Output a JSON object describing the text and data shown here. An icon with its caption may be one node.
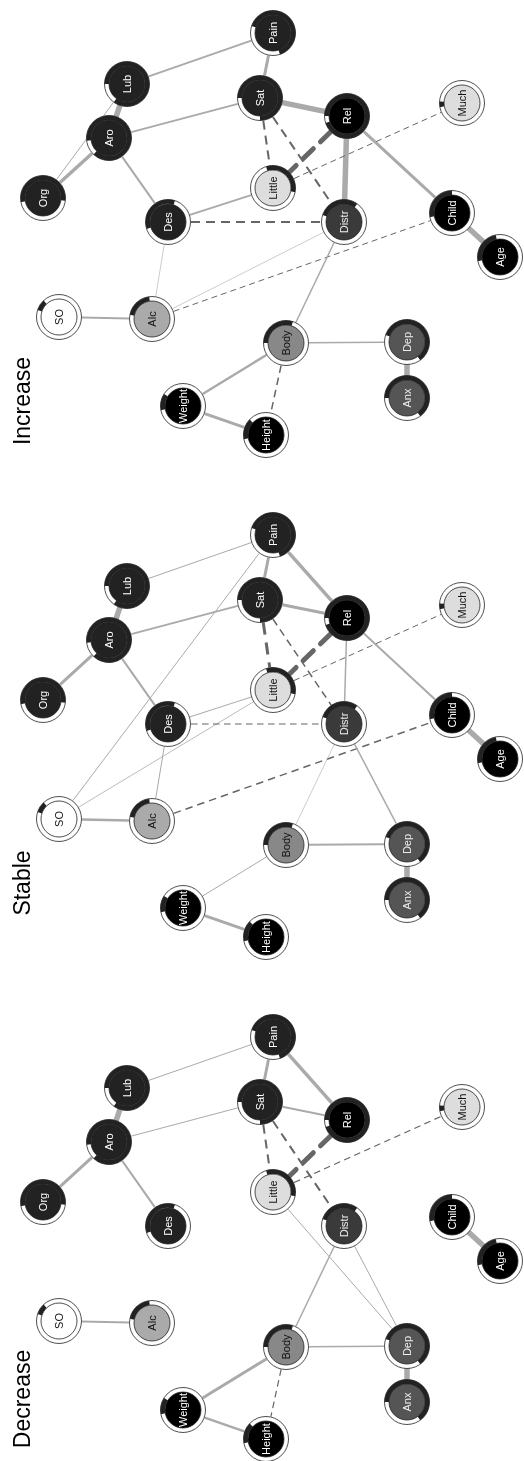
{
  "diagram": {
    "nodes": [
      {
        "text": [
          "Pain"
        ]
      },
      {
        "text": [
          "Lub"
        ]
      },
      {
        "text": [
          "Sat"
        ]
      },
      {
        "text": [
          "Rel"
        ]
      },
      {
        "text": [
          "Much"
        ]
      },
      {
        "text": [
          "Aro"
        ]
      },
      {
        "text": [
          "Little"
        ]
      },
      {
        "text": [
          "Org"
        ]
      },
      {
        "text": [
          "Des"
        ]
      },
      {
        "text": [
          "Distr"
        ]
      },
      {
        "text": [
          "Child"
        ]
      },
      {
        "text": [
          "Age"
        ]
      },
      {
        "text": [
          "SO"
        ]
      },
      {
        "text": [
          "Alc"
        ]
      },
      {
        "text": [
          "Body"
        ]
      },
      {
        "text": [
          "Dep"
        ]
      },
      {
        "text": [
          "Weight"
        ]
      },
      {
        "text": [
          "Anx"
        ]
      },
      {
        "text": [
          "Height"
        ]
      },
      {
        "text": [
          "Pain"
        ]
      },
      {
        "text": [
          "Lub"
        ]
      },
      {
        "text": [
          "Sat"
        ]
      },
      {
        "text": [
          "Rel"
        ]
      },
      {
        "text": [
          "Much"
        ]
      },
      {
        "text": [
          "Aro"
        ]
      },
      {
        "text": [
          "Little"
        ]
      },
      {
        "text": [
          "Org"
        ]
      },
      {
        "text": [
          "Des"
        ]
      },
      {
        "text": [
          "Distr"
        ]
      },
      {
        "text": [
          "Child"
        ]
      },
      {
        "text": [
          "Age"
        ]
      },
      {
        "text": [
          "SO"
        ]
      },
      {
        "text": [
          "Alc"
        ]
      },
      {
        "text": [
          "Body"
        ]
      },
      {
        "text": [
          "Dep"
        ]
      },
      {
        "text": [
          "Weight"
        ]
      },
      {
        "text": [
          "Anx"
        ]
      },
      {
        "text": [
          "Height"
        ]
      },
      {
        "text": [
          "Pain"
        ]
      },
      {
        "text": [
          "Lub"
        ]
      },
      {
        "text": [
          "Sat"
        ]
      },
      {
        "text": [
          "Rel"
        ]
      },
      {
        "text": [
          "Much"
        ]
      },
      {
        "text": [
          "Aro"
        ]
      },
      {
        "text": [
          "Little"
        ]
      },
      {
        "text": [
          "Org"
        ]
      },
      {
        "text": [
          "Des"
        ]
      },
      {
        "text": [
          "Distr"
        ]
      },
      {
        "text": [
          "Child"
        ]
      },
      {
        "text": [
          "Age"
        ]
      },
      {
        "text": [
          "SO"
        ]
      },
      {
        "text": [
          "Alc"
        ]
      },
      {
        "text": [
          "Body"
        ]
      },
      {
        "text": [
          "Dep"
        ]
      },
      {
        "text": [
          "Weight"
        ]
      },
      {
        "text": [
          "Anx"
        ]
      },
      {
        "text": [
          "Height"
        ]
      }
    ],
    "edges": [
      {
        "from": 0,
        "to": 1,
        "arrow": "none"
      },
      {
        "from": 0,
        "to": 2,
        "arrow": "none"
      },
      {
        "from": 0,
        "to": 3,
        "arrow": "none"
      },
      {
        "from": 2,
        "to": 5,
        "arrow": "none"
      },
      {
        "from": 2,
        "to": 3,
        "arrow": "none"
      },
      {
        "from": 2,
        "to": 6,
        "arrow": "none",
        "style": "dashed",
        "color": "#666666"
      },
      {
        "from": 2,
        "to": 9,
        "arrow": "none",
        "style": "dashed",
        "color": "#666666"
      },
      {
        "from": 3,
        "to": 6,
        "arrow": "none",
        "style": "dashed",
        "color": "#666666"
      },
      {
        "from": 1,
        "to": 5,
        "arrow": "none",
        "style": "thick"
      },
      {
        "from": 5,
        "to": 7,
        "arrow": "none"
      },
      {
        "from": 5,
        "to": 8,
        "arrow": "none"
      },
      {
        "from": 6,
        "to": 4,
        "arrow": "none",
        "style": "dashed",
        "color": "#666666"
      },
      {
        "from": 6,
        "to": 15,
        "arrow": "none"
      },
      {
        "from": 9,
        "to": 14,
        "arrow": "none"
      },
      {
        "from": 9,
        "to": 15,
        "arrow": "none"
      },
      {
        "from": 14,
        "to": 15,
        "arrow": "none"
      },
      {
        "from": 14,
        "to": 16,
        "arrow": "none"
      },
      {
        "from": 14,
        "to": 18,
        "arrow": "none",
        "style": "dashed",
        "color": "#666666"
      },
      {
        "from": 16,
        "to": 18,
        "arrow": "none"
      },
      {
        "from": 15,
        "to": 17,
        "arrow": "none",
        "style": "thick"
      },
      {
        "from": 12,
        "to": 13,
        "arrow": "none"
      },
      {
        "from": 10,
        "to": 11,
        "arrow": "none",
        "style": "thick"
      },
      {
        "from": 19,
        "to": 20,
        "arrow": "none"
      },
      {
        "from": 19,
        "to": 31,
        "arrow": "none"
      },
      {
        "from": 19,
        "to": 21,
        "arrow": "none"
      },
      {
        "from": 19,
        "to": 22,
        "arrow": "none"
      },
      {
        "from": 21,
        "to": 24,
        "arrow": "none"
      },
      {
        "from": 21,
        "to": 22,
        "arrow": "none"
      },
      {
        "from": 21,
        "to": 25,
        "arrow": "none",
        "style": "dashed",
        "color": "#666666"
      },
      {
        "from": 21,
        "to": 28,
        "arrow": "none",
        "style": "dashed",
        "color": "#666666"
      },
      {
        "from": 22,
        "to": 25,
        "arrow": "none",
        "style": "dashed",
        "color": "#666666"
      },
      {
        "from": 22,
        "to": 28,
        "arrow": "none"
      },
      {
        "from": 22,
        "to": 29,
        "arrow": "none"
      },
      {
        "from": 29,
        "to": 30,
        "arrow": "none",
        "style": "thick"
      },
      {
        "from": 20,
        "to": 24,
        "arrow": "none",
        "style": "thick"
      },
      {
        "from": 24,
        "to": 26,
        "arrow": "none"
      },
      {
        "from": 24,
        "to": 27,
        "arrow": "none"
      },
      {
        "from": 27,
        "to": 25,
        "arrow": "none"
      },
      {
        "from": 31,
        "to": 25,
        "arrow": "none"
      },
      {
        "from": 27,
        "to": 28,
        "arrow": "none",
        "style": "dashed",
        "color": "#666666"
      },
      {
        "from": 27,
        "to": 32,
        "arrow": "none"
      },
      {
        "from": 31,
        "to": 32,
        "arrow": "none"
      },
      {
        "from": 32,
        "to": 29,
        "arrow": "none",
        "style": "dashed",
        "color": "#666666"
      },
      {
        "from": 25,
        "to": 23,
        "arrow": "none",
        "style": "dashed",
        "color": "#666666"
      },
      {
        "from": 28,
        "to": 33,
        "arrow": "none"
      },
      {
        "from": 28,
        "to": 34,
        "arrow": "none"
      },
      {
        "from": 33,
        "to": 34,
        "arrow": "none"
      },
      {
        "from": 33,
        "to": 35,
        "arrow": "none"
      },
      {
        "from": 35,
        "to": 37,
        "arrow": "none"
      },
      {
        "from": 34,
        "to": 36,
        "arrow": "none",
        "style": "thick"
      },
      {
        "from": 38,
        "to": 39,
        "arrow": "none"
      },
      {
        "from": 38,
        "to": 40,
        "arrow": "none"
      },
      {
        "from": 40,
        "to": 43,
        "arrow": "none"
      },
      {
        "from": 40,
        "to": 41,
        "arrow": "none",
        "style": "thick"
      },
      {
        "from": 40,
        "to": 44,
        "arrow": "none",
        "style": "dashed",
        "color": "#666666"
      },
      {
        "from": 40,
        "to": 47,
        "arrow": "none",
        "style": "dashed",
        "color": "#666666"
      },
      {
        "from": 41,
        "to": 44,
        "arrow": "none",
        "style": "dashed",
        "color": "#666666"
      },
      {
        "from": 41,
        "to": 47,
        "arrow": "none",
        "style": "thick"
      },
      {
        "from": 41,
        "to": 48,
        "arrow": "none"
      },
      {
        "from": 48,
        "to": 49,
        "arrow": "none",
        "style": "thick"
      },
      {
        "from": 39,
        "to": 43,
        "arrow": "none",
        "style": "thick"
      },
      {
        "from": 39,
        "to": 45,
        "arrow": "none"
      },
      {
        "from": 43,
        "to": 45,
        "arrow": "none"
      },
      {
        "from": 43,
        "to": 46,
        "arrow": "none"
      },
      {
        "from": 46,
        "to": 44,
        "arrow": "none"
      },
      {
        "from": 46,
        "to": 47,
        "arrow": "none",
        "style": "dashed",
        "color": "#666666"
      },
      {
        "from": 46,
        "to": 51,
        "arrow": "none"
      },
      {
        "from": 50,
        "to": 51,
        "arrow": "none"
      },
      {
        "from": 51,
        "to": 47,
        "arrow": "none"
      },
      {
        "from": 51,
        "to": 48,
        "arrow": "none",
        "style": "dashed",
        "color": "#666666"
      },
      {
        "from": 44,
        "to": 42,
        "arrow": "none",
        "style": "dashed",
        "color": "#666666"
      },
      {
        "from": 47,
        "to": 52,
        "arrow": "none"
      },
      {
        "from": 52,
        "to": 53,
        "arrow": "none"
      },
      {
        "from": 52,
        "to": 54,
        "arrow": "none"
      },
      {
        "from": 52,
        "to": 56,
        "arrow": "none",
        "style": "dashed",
        "color": "#666666"
      },
      {
        "from": 54,
        "to": 56,
        "arrow": "none"
      },
      {
        "from": 53,
        "to": 55,
        "arrow": "none",
        "style": "thick"
      }
    ],
    "labels": [
      "Decrease",
      "Stable",
      "Increase"
    ]
  }
}
